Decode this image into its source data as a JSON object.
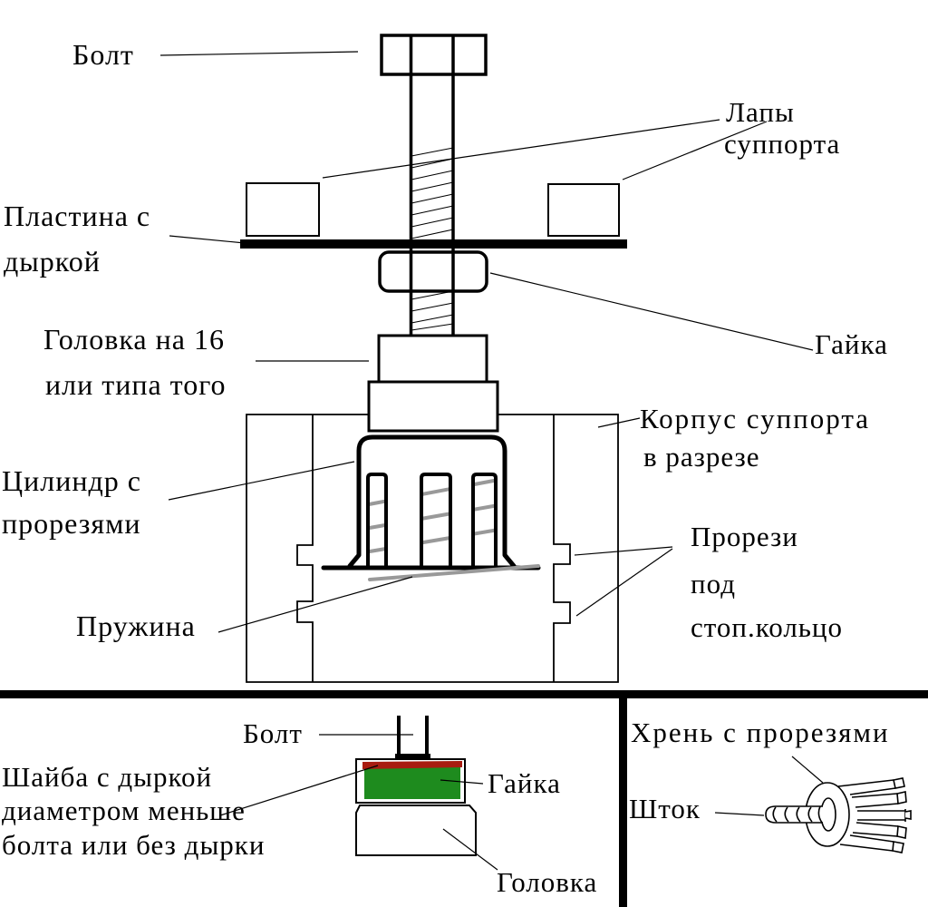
{
  "colors": {
    "ink": "#000000",
    "spring": "#999999",
    "washer_red": "#a81c10",
    "nut_green": "#1e8b1e",
    "background": "#ffffff"
  },
  "main_diagram": {
    "bolt": "Болт",
    "caliper_legs_line1": "Лапы",
    "caliper_legs_line2": "суппорта",
    "plate_line1": "Пластина с",
    "plate_line2": "дыркой",
    "nut": "Гайка",
    "socket_line1": "Головка на 16",
    "socket_line2": "или типа того",
    "body_line1": "Корпус суппорта",
    "body_line2": "в разрезе",
    "cylinder_line1": "Цилиндр с",
    "cylinder_line2": "прорезями",
    "slots_line1": "Прорези",
    "slots_line2": "под",
    "slots_line3": "стоп.кольцо",
    "spring": "Пружина"
  },
  "bottom_left_panel": {
    "bolt": "Болт",
    "washer_line1": "Шайба с дыркой",
    "washer_line2": "диаметром меньше",
    "washer_line3": "болта или без дырки",
    "nut": "Гайка",
    "head": "Головка"
  },
  "bottom_right_panel": {
    "tool": "Хрень с прорезями",
    "rod": "Шток"
  }
}
